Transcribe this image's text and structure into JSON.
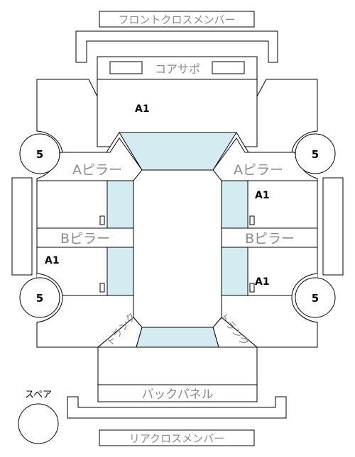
{
  "labels": {
    "front_cross_member": "フロントクロスメンバー",
    "core_support": "コアサポ",
    "a_pillar": "Aピラー",
    "b_pillar": "Bピラー",
    "trunk": "トランク",
    "back_panel": "バックパネル",
    "rear_cross_member": "リアクロスメンバー",
    "spare": "スペア"
  },
  "grades": {
    "a1_front": "A1",
    "a1_right_upper": "A1",
    "a1_left_lower": "A1",
    "a1_right_lower": "A1"
  },
  "tires": {
    "front_left": "5",
    "front_right": "5",
    "rear_left": "5",
    "rear_right": "5"
  },
  "colors": {
    "glass": "#d4ebf2",
    "line": "#000000",
    "label_text": "#8a8a8a"
  }
}
